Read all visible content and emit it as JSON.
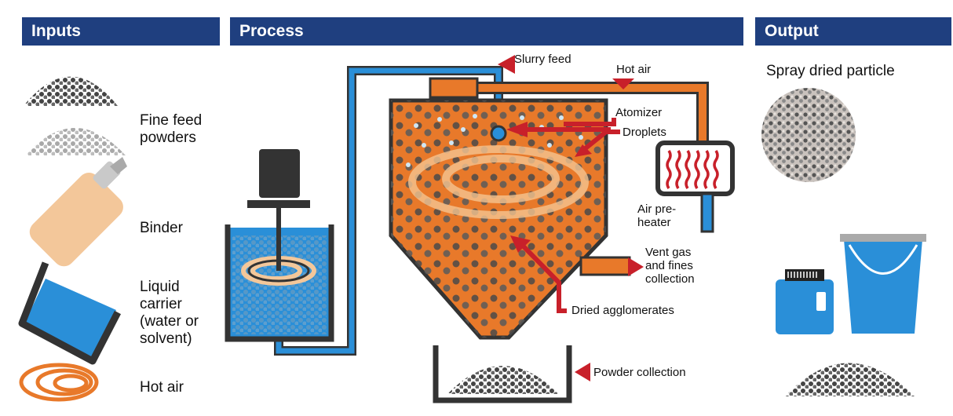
{
  "headers": {
    "inputs": "Inputs",
    "process": "Process",
    "output": "Output"
  },
  "inputs": {
    "fine_feed": [
      "Fine feed",
      "powders"
    ],
    "binder": "Binder",
    "liquid_carrier": [
      "Liquid",
      "carrier",
      "(water or",
      "solvent)"
    ],
    "hot_air": "Hot air"
  },
  "process": {
    "slurry_feed": "Slurry feed",
    "hot_air": "Hot air",
    "atomizer": "Atomizer",
    "droplets": "Droplets",
    "air_preheater": [
      "Air pre-",
      "heater"
    ],
    "vent_gas": [
      "Vent gas",
      "and fines",
      "collection"
    ],
    "dried_agglomerates": "Dried agglomerates",
    "powder_collection": "Powder collection"
  },
  "output": {
    "spray_dried_particle": "Spray dried particle"
  },
  "colors": {
    "header": "#1f3f7f",
    "orange": "#e8792a",
    "blue": "#2a8fd8",
    "arrow_red": "#c8202a",
    "dark": "#333333"
  }
}
